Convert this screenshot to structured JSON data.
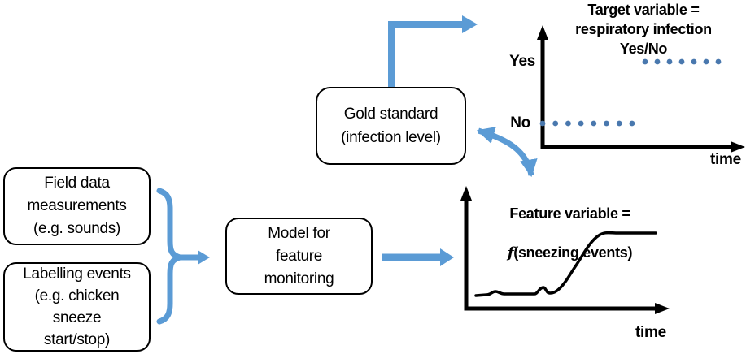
{
  "colors": {
    "arrow_blue": "#5B9BD5",
    "dot_blue": "#4978AE",
    "ink": "#000000"
  },
  "boxes": {
    "field_data": {
      "label": "Field data\nmeasurements\n(e.g. sounds)"
    },
    "labelling": {
      "label": "Labelling events\n(e.g. chicken\nsneeze\nstart/stop)"
    },
    "model": {
      "label": "Model for\nfeature\nmonitoring"
    },
    "gold": {
      "label": "Gold standard\n(infection level)"
    }
  },
  "target_chart": {
    "title": "Target variable =\nrespiratory infection\nYes/No",
    "yes_label": "Yes",
    "no_label": "No",
    "time_label": "time",
    "type": "dotted-step",
    "no_dot_count": 8,
    "yes_dot_count": 7
  },
  "feature_chart": {
    "title_line1": "Feature variable =",
    "title_f": "f",
    "title_rest": "(sneezing events)",
    "time_label": "time",
    "type": "line",
    "shape": "flat-low with small bumps, then sigmoid rise to flat-high"
  }
}
